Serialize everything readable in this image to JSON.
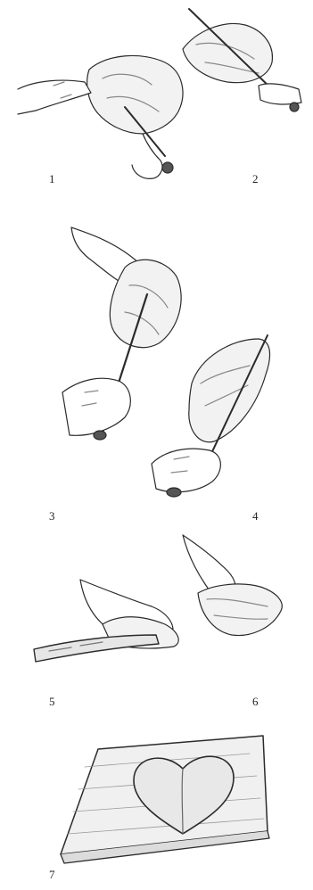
{
  "steps": [
    {
      "number": "1",
      "illustration": "hand-holding-knife-cutting-meat-icon"
    },
    {
      "number": "2",
      "illustration": "knife-splitting-meat-icon"
    },
    {
      "number": "3",
      "illustration": "hands-separating-meat-with-knife-icon"
    },
    {
      "number": "4",
      "illustration": "knife-slicing-meat-piece-icon"
    },
    {
      "number": "5",
      "illustration": "hand-flattening-meat-with-knife-icon"
    },
    {
      "number": "6",
      "illustration": "hand-holding-opened-meat-icon"
    },
    {
      "number": "7",
      "illustration": "heart-shaped-meat-on-board-icon"
    }
  ]
}
